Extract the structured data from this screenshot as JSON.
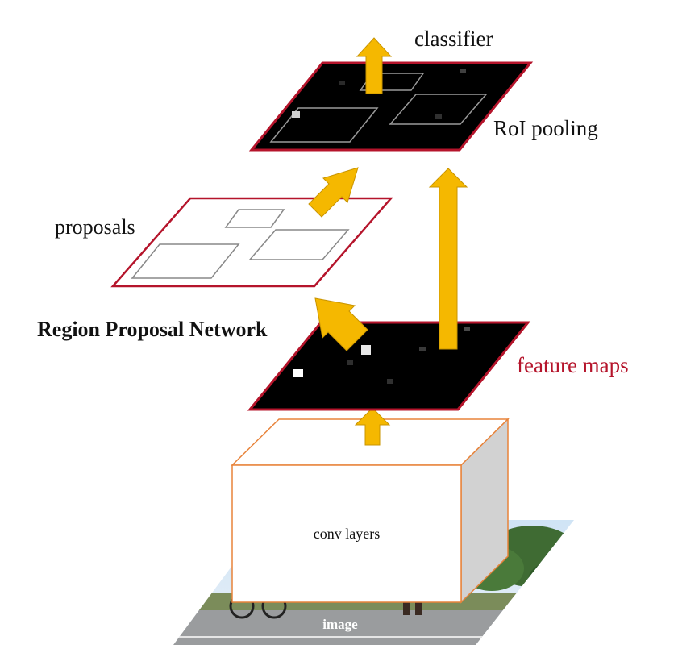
{
  "labels": {
    "classifier": "classifier",
    "roi_pooling": "RoI pooling",
    "proposals": "proposals",
    "rpn": "Region Proposal Network",
    "feature_maps": "feature maps",
    "conv_layers": "conv layers",
    "image": "image"
  },
  "colors": {
    "arrow_fill": "#F5B800",
    "arrow_stroke": "#C99400",
    "map_border": "#B5142B",
    "feature_maps_text": "#B5142B",
    "box_edge": "#E8833A",
    "box_side": "#D2D2D2",
    "map_fill": "#000000"
  }
}
